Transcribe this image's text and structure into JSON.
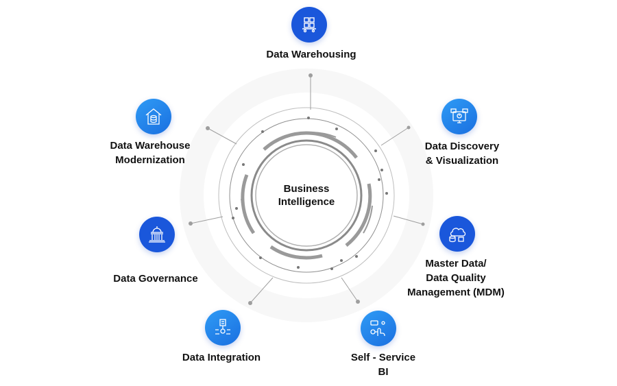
{
  "center": {
    "line1": "Business",
    "line2": "Intelligence"
  },
  "nodes": [
    {
      "id": "data-warehousing",
      "lines": [
        "Data Warehousing"
      ],
      "icon": "warehouse-boxes-icon"
    },
    {
      "id": "data-discovery",
      "lines": [
        "Data Discovery",
        "& Visualization"
      ],
      "icon": "dashboard-monitor-icon"
    },
    {
      "id": "master-data",
      "lines": [
        "Master Data/",
        "Data Quality",
        "Management (MDM)"
      ],
      "icon": "cloud-database-icon"
    },
    {
      "id": "self-service",
      "lines": [
        "Self - Service",
        "BI"
      ],
      "icon": "touch-hand-icon"
    },
    {
      "id": "data-integration",
      "lines": [
        "Data Integration"
      ],
      "icon": "integration-flow-icon"
    },
    {
      "id": "data-governance",
      "lines": [
        "Data Governance"
      ],
      "icon": "capitol-building-icon"
    },
    {
      "id": "warehouse-modernization",
      "lines": [
        "Data Warehouse",
        "Modernization"
      ],
      "icon": "house-database-icon"
    }
  ],
  "colors": {
    "dark_blue": "#1a57db",
    "light_blue": "#2f9bf5",
    "ring_gray": "#9e9e9e",
    "text": "#111111"
  }
}
